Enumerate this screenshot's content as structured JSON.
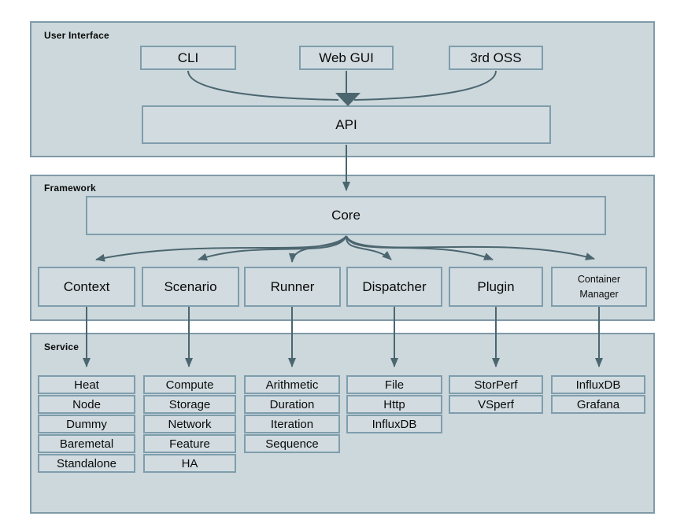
{
  "diagram_title": "Layered architecture diagram",
  "colors": {
    "panel_fill": "#ccd8dc",
    "panel_border": "#7f9aa8",
    "node_border": "#7f9dac",
    "arrow": "#4c6670",
    "background": "#ffffff"
  },
  "panels": {
    "user_interface": {
      "label": "User Interface",
      "boxes": {
        "cli": "CLI",
        "web_gui": "Web GUI",
        "oss": "3rd OSS",
        "api": "API"
      }
    },
    "framework": {
      "label": "Framework",
      "core": "Core",
      "components": [
        {
          "label": "Context"
        },
        {
          "label": "Scenario"
        },
        {
          "label": "Runner"
        },
        {
          "label": "Dispatcher"
        },
        {
          "label": "Plugin"
        },
        {
          "label": "Container Manager",
          "line1": "Container",
          "line2": "Manager"
        }
      ]
    },
    "service": {
      "label": "Service",
      "columns": [
        {
          "owner": "Context",
          "items": [
            "Heat",
            "Node",
            "Dummy",
            "Baremetal",
            "Standalone"
          ]
        },
        {
          "owner": "Scenario",
          "items": [
            "Compute",
            "Storage",
            "Network",
            "Feature",
            "HA"
          ]
        },
        {
          "owner": "Runner",
          "items": [
            "Arithmetic",
            "Duration",
            "Iteration",
            "Sequence"
          ]
        },
        {
          "owner": "Dispatcher",
          "items": [
            "File",
            "Http",
            "InfluxDB"
          ]
        },
        {
          "owner": "Plugin",
          "items": [
            "StorPerf",
            "VSperf"
          ]
        },
        {
          "owner": "Container Manager",
          "items": [
            "InfluxDB",
            "Grafana"
          ]
        }
      ]
    }
  }
}
